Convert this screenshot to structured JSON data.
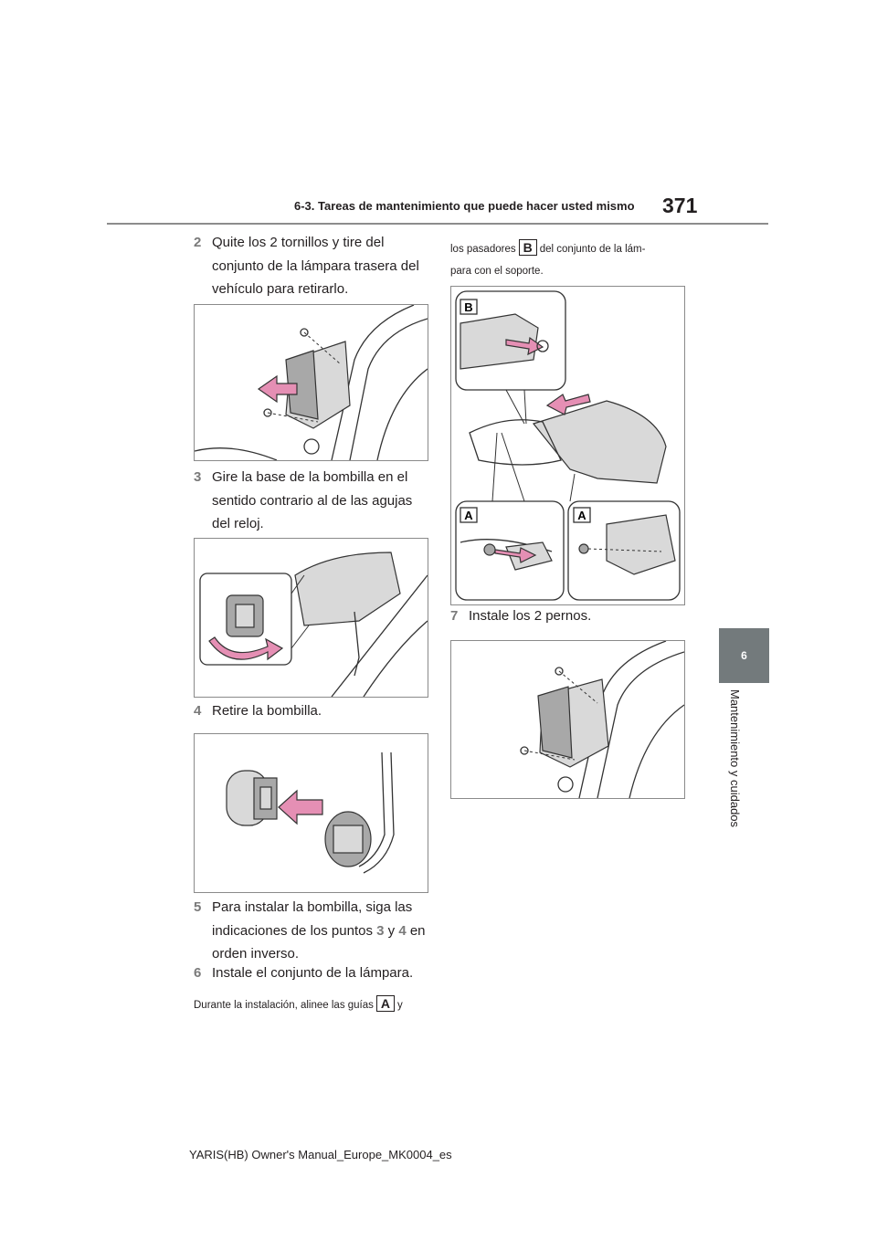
{
  "header": {
    "section_title": "6-3. Tareas de mantenimiento que puede hacer usted mismo",
    "page_number": "371"
  },
  "side_tab": {
    "chapter_number": "6",
    "chapter_label": "Mantenimiento y cuidados"
  },
  "steps": [
    {
      "num": "2",
      "text": "Quite los 2 tornillos y tire del conjunto de la lámpara trasera del vehículo para retirarlo."
    },
    {
      "num": "3",
      "text": "Gire la base de la bombilla en el sentido contrario al de las agujas del reloj."
    },
    {
      "num": "4",
      "text": "Retire la bombilla."
    },
    {
      "num": "5",
      "text_before": "Para instalar la bombilla, siga las indicaciones de los puntos",
      "ref_a": "3",
      "joiner": "y",
      "ref_b": "4",
      "text_after": "en orden inverso."
    },
    {
      "num": "6",
      "text": "Instale el conjunto de la lámpara."
    },
    {
      "num": "7",
      "text": "Instale los 2 pernos."
    }
  ],
  "note": {
    "line1_before": "Durante la instalación, alinee las guías",
    "label_a": "A",
    "line1_after": "y",
    "line2_before": "los pasadores",
    "label_b": "B",
    "line2_after": "del conjunto de la lám-",
    "line3": "para con el soporte."
  },
  "figure_labels": {
    "a": "A",
    "b": "B"
  },
  "colors": {
    "arrow": "#e58fb4",
    "tab": "#737a7c",
    "step_number": "#7a7a7a"
  },
  "footer": "YARIS(HB) Owner's Manual_Europe_MK0004_es"
}
